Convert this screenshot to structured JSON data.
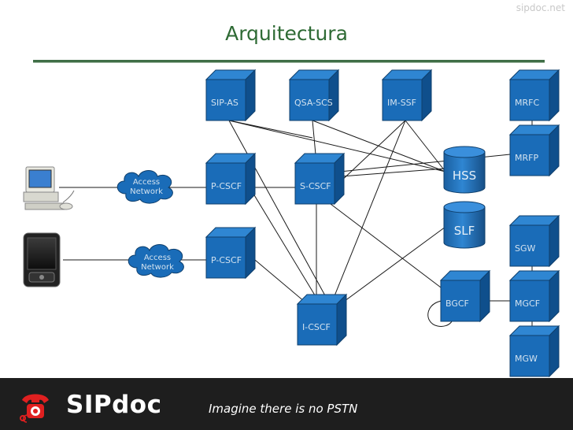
{
  "header": {
    "watermark": "sipdoc.net",
    "title": "Arquitectura"
  },
  "nodes": {
    "sip_as": "SIP-AS",
    "qsa_scs": "QSA-SCS",
    "im_ssf": "IM-SSF",
    "mrfc": "MRFC",
    "mrfp": "MRFP",
    "p_cscf_1": "P-CSCF",
    "s_cscf": "S-CSCF",
    "p_cscf_2": "P-CSCF",
    "i_cscf": "I-CSCF",
    "bgcf": "BGCF",
    "mgcf": "MGCF",
    "sgw": "SGW",
    "mgw": "MGW",
    "hss": "HSS",
    "slf": "SLF"
  },
  "clouds": {
    "access_1": [
      "Access",
      "Network"
    ],
    "access_2": [
      "Access",
      "Network"
    ]
  },
  "colors": {
    "node_fill": "#1565ac",
    "node_front": "#1a6cb8",
    "node_top": "#2f86d2",
    "node_label": "#d3e2ef",
    "title": "#2e6a34",
    "footer_bg": "#1e1e1e",
    "logo_red": "#e02020"
  },
  "footer": {
    "brand": "SIPdoc",
    "tagline": "Imagine there is no PSTN"
  }
}
